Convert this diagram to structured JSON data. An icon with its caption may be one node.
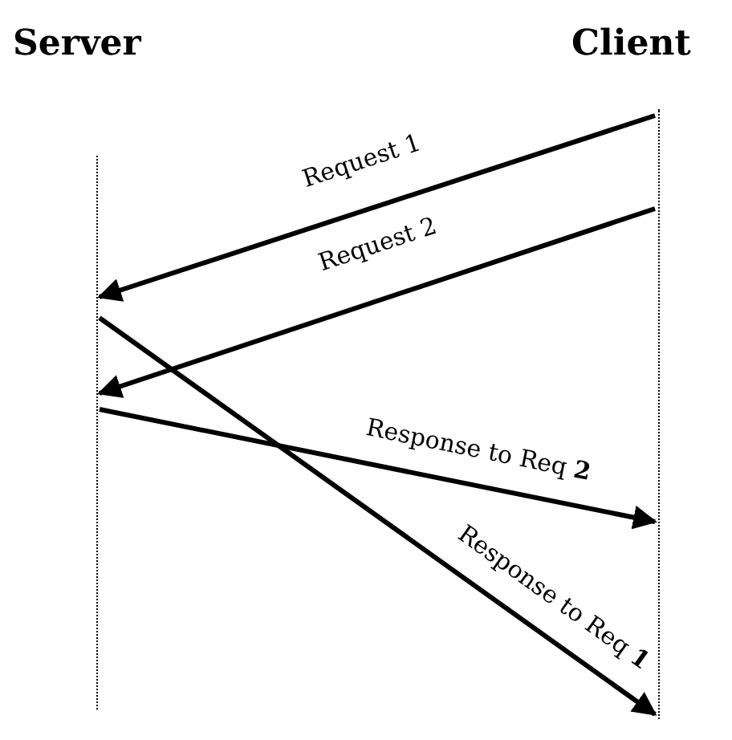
{
  "diagram": {
    "nodes": [
      {
        "text": [
          "Server"
        ]
      },
      {
        "text": [
          "Client"
        ]
      },
      {
        "text": [],
        "shape": "line"
      },
      {
        "text": [],
        "shape": "line"
      }
    ],
    "edges": [
      {
        "from": 3,
        "to": 2,
        "arrow": "to",
        "label": "Request 1"
      },
      {
        "from": 3,
        "to": 2,
        "arrow": "to",
        "label": "Request 2"
      },
      {
        "from": 2,
        "to": 3,
        "arrow": "to",
        "label": "Response to Req **2**"
      },
      {
        "from": 2,
        "to": 3,
        "arrow": "to",
        "label": "Response to Req **1**"
      }
    ]
  }
}
